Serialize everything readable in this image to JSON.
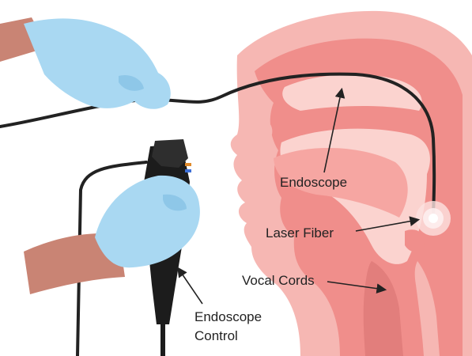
{
  "labels": {
    "endoscope": "Endoscope",
    "laser_fiber": "Laser Fiber",
    "vocal_cords": "Vocal Cords",
    "endoscope_control_line1": "Endoscope",
    "endoscope_control_line2": "Control"
  },
  "colors": {
    "skin_outer": "#f6b7b3",
    "skin_mid": "#f08e8b",
    "tissue_light": "#fbd3cf",
    "airway_dark": "#e27e7c",
    "glove": "#a9d8f2",
    "glove_shade": "#8ec7e8",
    "forearm": "#c98474",
    "scope": "#222222",
    "laser_glow": "#ffffff"
  },
  "icons": [
    "gloved-hand-icon",
    "endoscope-handle-icon",
    "laser-glow-icon"
  ]
}
